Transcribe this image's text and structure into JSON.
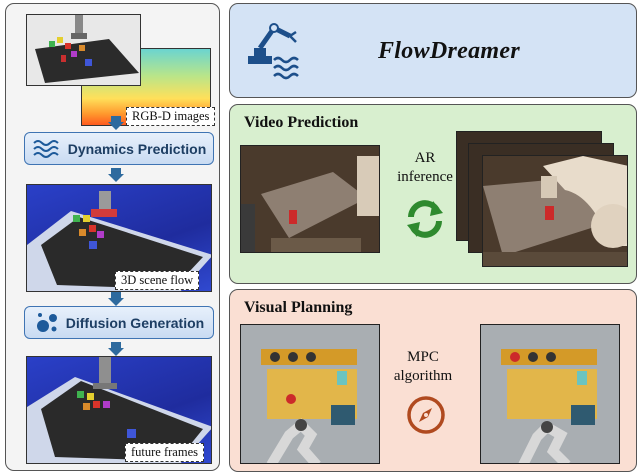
{
  "title": "FlowDreamer",
  "left_panel": {
    "rgbd_label": "RGB-D images",
    "dynamics_label": "Dynamics Prediction",
    "flow_label": "3D scene flow",
    "diffusion_label": "Diffusion Generation",
    "future_label": "future frames"
  },
  "video_prediction": {
    "title": "Video Prediction",
    "ar_line1": "AR",
    "ar_line2": "inference"
  },
  "visual_planning": {
    "title": "Visual Planning",
    "mpc_line1": "MPC",
    "mpc_line2": "algorithm"
  },
  "icons": {
    "logo": "robot-arm-waves-icon",
    "dynamics": "waves-icon",
    "diffusion": "bubbles-icon",
    "refresh": "circular-arrows-icon",
    "compass": "compass-icon"
  },
  "colors": {
    "title_panel": "#d4e3f5",
    "video_panel": "#d8efcf",
    "planning_panel": "#fadfd3",
    "step_button": "#3f74b3",
    "refresh_icon": "#2f8a2f",
    "compass_icon": "#b04a1f"
  }
}
